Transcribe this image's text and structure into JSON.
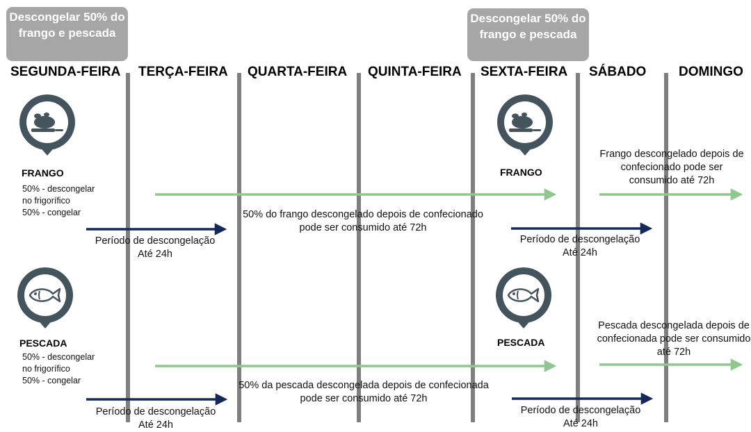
{
  "callouts": {
    "left": "Descongelar 50% do frango e pescada",
    "right": "Descongelar 50% do frango e pescada"
  },
  "days": [
    "SEGUNDA-FEIRA",
    "TERÇA-FEIRA",
    "QUARTA-FEIRA",
    "QUINTA-FEIRA",
    "SEXTA-FEIRA",
    "SÁBADO",
    "DOMINGO"
  ],
  "frango": {
    "title": "FRANGO",
    "note_line1": "50% - descongelar",
    "note_line2": "no frigorífico",
    "note_line3": "50% - congelar",
    "friday_title": "FRANGO",
    "long_text_line1": "50% do frango descongelado depois de confecionado",
    "long_text_line2": "pode ser consumido até 72h",
    "weekend_text": "Frango descongelado depois de confecionado pode ser consumido até 72h",
    "period_line1": "Período de descongelação",
    "period_line2": "Até 24h",
    "period2_line1": "Período de descongelação",
    "period2_line2": "Até 24h"
  },
  "pescada": {
    "title": "PESCADA",
    "note_line1": "50% - descongelar",
    "note_line2": "no frigorífico",
    "note_line3": "50% - congelar",
    "friday_title": "PESCADA",
    "long_text_line1": "50% da pescada descongelada depois de confecionada",
    "long_text_line2": "pode ser consumido até 72h",
    "weekend_text": "Pescada descongelada depois de confecionada pode ser consumido até 72h",
    "period_line1": "Período de descongelação",
    "period_line2": "Até 24h",
    "period2_line1": "Período de descongelação",
    "period2_line2": "Até 24h"
  },
  "colors": {
    "callout": "#a6a6a6",
    "pin": "#44545c",
    "green_arrow": "#8fc78f",
    "navy_arrow": "#14285a",
    "divider": "#7f7f7f"
  },
  "icons": {
    "frango": "roast-chicken-icon",
    "pescada": "fish-icon"
  }
}
